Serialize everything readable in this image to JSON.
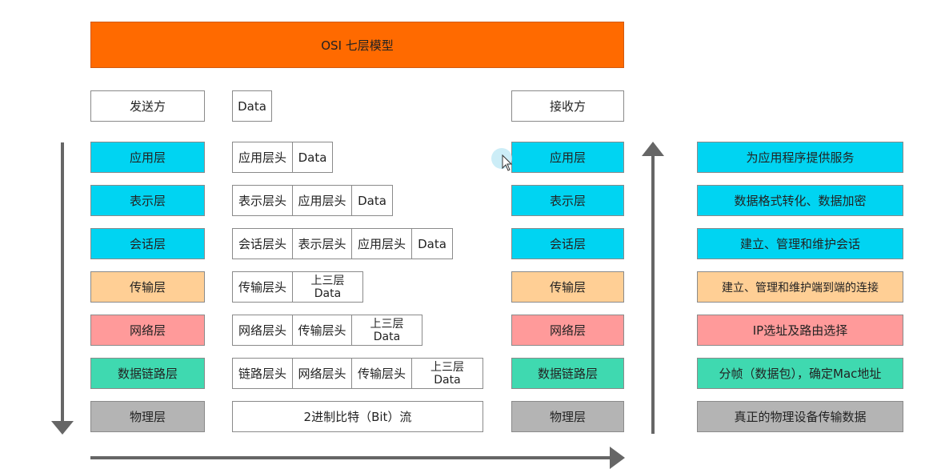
{
  "title": "OSI 七层模型",
  "sender_label": "发送方",
  "receiver_label": "接收方",
  "data_label": "Data",
  "layers": [
    {
      "name": "应用层",
      "desc": "为应用程序提供服务"
    },
    {
      "name": "表示层",
      "desc": "数据格式转化、数据加密"
    },
    {
      "name": "会话层",
      "desc": "建立、管理和维护会话"
    },
    {
      "name": "传输层",
      "desc": "建立、管理和维护端到端的连接"
    },
    {
      "name": "网络层",
      "desc": "IP选址及路由选择"
    },
    {
      "name": "数据链路层",
      "desc": "分帧（数据包），确定Mac地址"
    },
    {
      "name": "物理层",
      "desc": "真正的物理设备传输数据"
    }
  ],
  "headers": {
    "app": "应用层头",
    "pres": "表示层头",
    "sess": "会话层头",
    "trans": "传输层头",
    "net": "网络层头",
    "link": "链路层头"
  },
  "upper_data_line1": "上三层",
  "upper_data_line2": "Data",
  "physical_stream": "2进制比特（Bit）流",
  "colors": {
    "title": "#ff6a00",
    "upper_layers": "#00d4f2",
    "transport": "#ffcf95",
    "network": "#ff9a9a",
    "datalink": "#3fd9b0",
    "physical": "#b4b4b4"
  }
}
